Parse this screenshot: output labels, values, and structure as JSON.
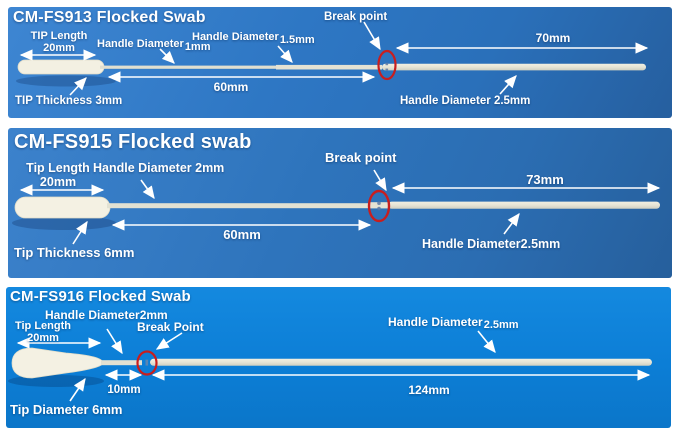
{
  "colors": {
    "page_bg": "#ffffff",
    "panel1_bg": "#2e77c4",
    "panel2_bg": "#2e74bc",
    "panel3_bg": "#0c7ed6",
    "annotation_text": "#ffffff",
    "break_circle": "#c81e1e",
    "swab_tip": "#f3f0e2",
    "swab_handle": "#e6e4d5"
  },
  "panels": [
    {
      "model": "CM-FS913",
      "title": "CM-FS913 Flocked Swab",
      "tip_length": {
        "label": "TIP Length",
        "value": "20mm"
      },
      "handle_diameter_a": {
        "label": "Handle Diameter",
        "value": "1mm"
      },
      "handle_diameter_b": {
        "label": "Handle Diameter",
        "value": "1.5mm"
      },
      "break_point": "Break point",
      "dim_upper": "70mm",
      "dim_lower": "60mm",
      "tip_thickness": "TIP Thickness 3mm",
      "handle_diameter_main": "Handle Diameter 2.5mm"
    },
    {
      "model": "CM-FS915",
      "title": "CM-FS915 Flocked swab",
      "tip_length": {
        "label": "Tip Length",
        "value": "20mm"
      },
      "handle_diameter_a": "Handle Diameter 2mm",
      "break_point": "Break point",
      "dim_upper": "73mm",
      "dim_lower": "60mm",
      "tip_thickness": "Tip Thickness 6mm",
      "handle_diameter_main": "Handle Diameter2.5mm"
    },
    {
      "model": "CM-FS916",
      "title": "CM-FS916 Flocked Swab",
      "handle_diameter_a": "Handle Diameter2mm",
      "tip_length": {
        "label": "Tip Length",
        "value": "20mm"
      },
      "break_point": "Break Point",
      "handle_diameter_main": {
        "label": "Handle Diameter",
        "value": "2.5mm"
      },
      "dim_short": "10mm",
      "dim_long": "124mm",
      "tip_diameter": "Tip Diameter 6mm"
    }
  ]
}
